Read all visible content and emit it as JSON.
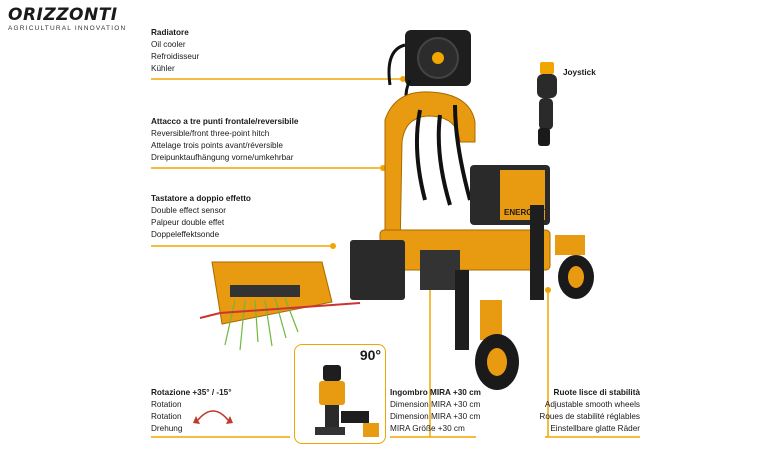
{
  "brand": {
    "name": "ORIZZONTI",
    "tagline": "AGRICULTURAL INNOVATION"
  },
  "labels": {
    "radiatore": {
      "head": "Radiatore",
      "lines": [
        "Oil cooler",
        "Refroidisseur",
        "Kühler"
      ]
    },
    "hitch": {
      "head": "Attacco a tre punti frontale/reversibile",
      "lines": [
        "Reversible/front three-point hitch",
        "Attelage trois points avant/réversible",
        "Dreipunktaufhängung vorne/umkehrbar"
      ]
    },
    "sensor": {
      "head": "Tastatore a doppio effetto",
      "lines": [
        "Double effect sensor",
        "Palpeur double effet",
        "Doppeleffektsonde"
      ]
    },
    "rotation": {
      "head": "Rotazione +35° / -15°",
      "lines": [
        "Rotation",
        "Rotation",
        "Drehung"
      ]
    },
    "ingombro": {
      "head": "Ingombro MIRA +30 cm",
      "lines": [
        "Dimension MIRA +30 cm",
        "Dimension MIRA +30 cm",
        "MIRA Größe +30 cm"
      ]
    },
    "wheels": {
      "head": "Ruote lisce di stabilità",
      "lines": [
        "Adjustable smooth wheels",
        "Roues de stabilité réglables",
        "Einstellbare glatte Räder"
      ]
    },
    "joystick": "Joystick"
  },
  "inset": {
    "angle": "90°"
  },
  "machine_text": "ENERGY T",
  "colors": {
    "accent": "#f0a500",
    "body": "#e89a10",
    "dark": "#1e1e1e"
  }
}
